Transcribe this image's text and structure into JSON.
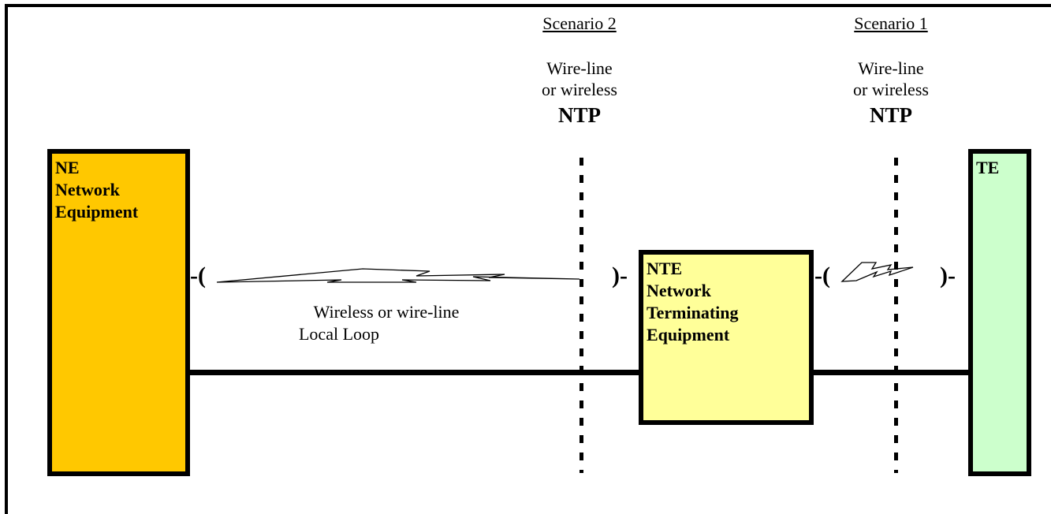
{
  "scenario2": {
    "title": "Scenario 2",
    "line1": "Wire-line",
    "line2": "or wireless",
    "ntp": "NTP"
  },
  "scenario1": {
    "title": "Scenario 1",
    "line1": "Wire-line",
    "line2": "or wireless",
    "ntp": "NTP"
  },
  "ne": {
    "line1": "NE",
    "line2": "Network",
    "line3": "Equipment",
    "color": "#ffc800"
  },
  "nte": {
    "line1": "NTE",
    "line2": "Network",
    "line3": "Terminating",
    "line4": "Equipment",
    "color": "#ffff99"
  },
  "te": {
    "line1": "TE",
    "color": "#ccffcc"
  },
  "loop": {
    "line1": "Wireless or wire-line",
    "line2": "Local Loop"
  },
  "brackets": {
    "open": "-(",
    "close": ")-"
  }
}
